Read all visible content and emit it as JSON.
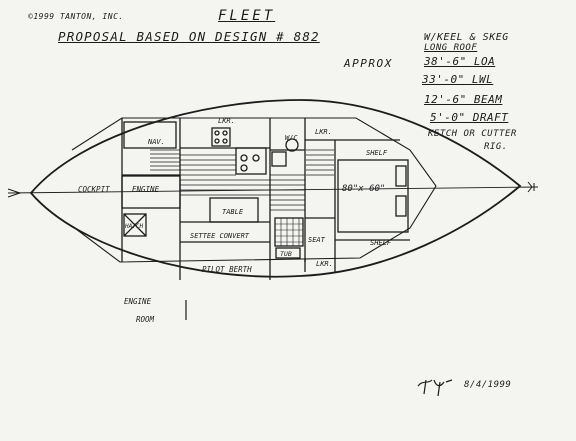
{
  "header": {
    "copyright": "©1999 TANTON, INC.",
    "title": "FLEET",
    "subtitle": "PROPOSAL BASED ON DESIGN # 882",
    "approx": "APPROX"
  },
  "specs": [
    "W/KEEL & SKEG",
    "LONG ROOF",
    "38'-6\" LOA",
    "33'-0\" LWL",
    "12'-6\" BEAM",
    "5'-0\" DRAFT",
    "KETCH OR CUTTER",
    "RIG."
  ],
  "labels": {
    "nav_lkr": "NAV.",
    "lkr_top": "LKR.",
    "lkr_wc_side": "LKR.",
    "lkr_bottom": "LKR.",
    "wc": "W/C",
    "shelf_top": "SHELF",
    "shelf_bottom": "SHELF",
    "bunk": "80\"x 60\"",
    "cockpit": "COCKPIT",
    "engine": "ENGINE",
    "hatch": "HATCH",
    "table": "TABLE",
    "settee": "SETTEE CONVERT",
    "seat": "SEAT",
    "tub": "TUB",
    "pilot_berth": "PILOT BERTH",
    "engine_room": [
      "ENGINE",
      "ROOM"
    ]
  },
  "signature": {
    "date": "8/4/1999"
  }
}
